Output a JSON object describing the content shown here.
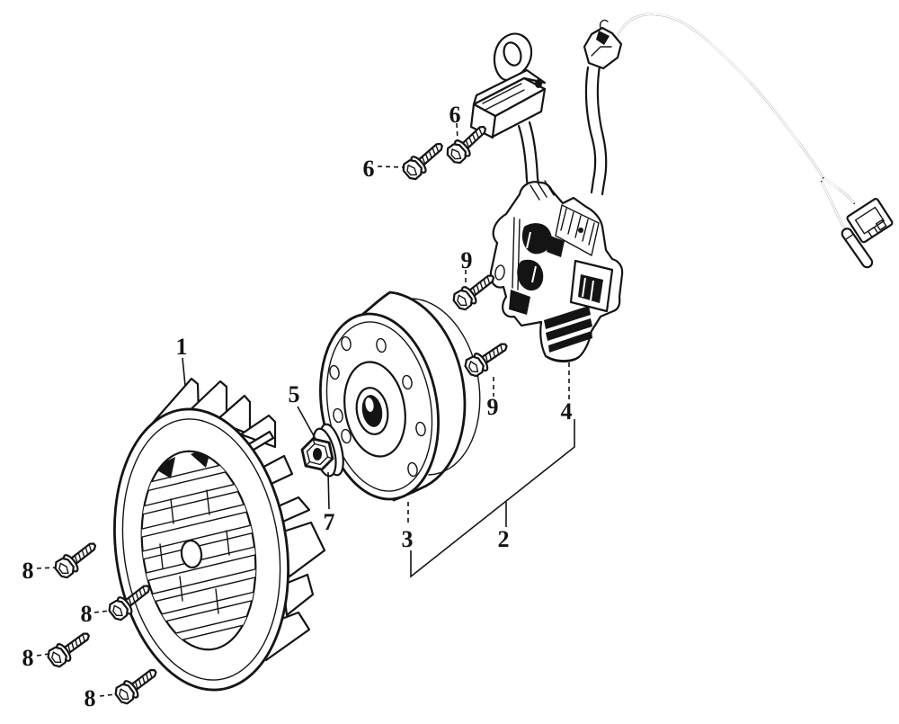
{
  "figure": {
    "ink": "#141414",
    "paper": "#ffffff"
  },
  "callouts": [
    {
      "label": "1"
    },
    {
      "label": "2"
    },
    {
      "label": "3"
    },
    {
      "label": "4"
    },
    {
      "label": "5"
    },
    {
      "label": "6"
    },
    {
      "label": "6"
    },
    {
      "label": "7"
    },
    {
      "label": "8"
    },
    {
      "label": "8"
    },
    {
      "label": "8"
    },
    {
      "label": "8"
    },
    {
      "label": "9"
    },
    {
      "label": "9"
    }
  ]
}
